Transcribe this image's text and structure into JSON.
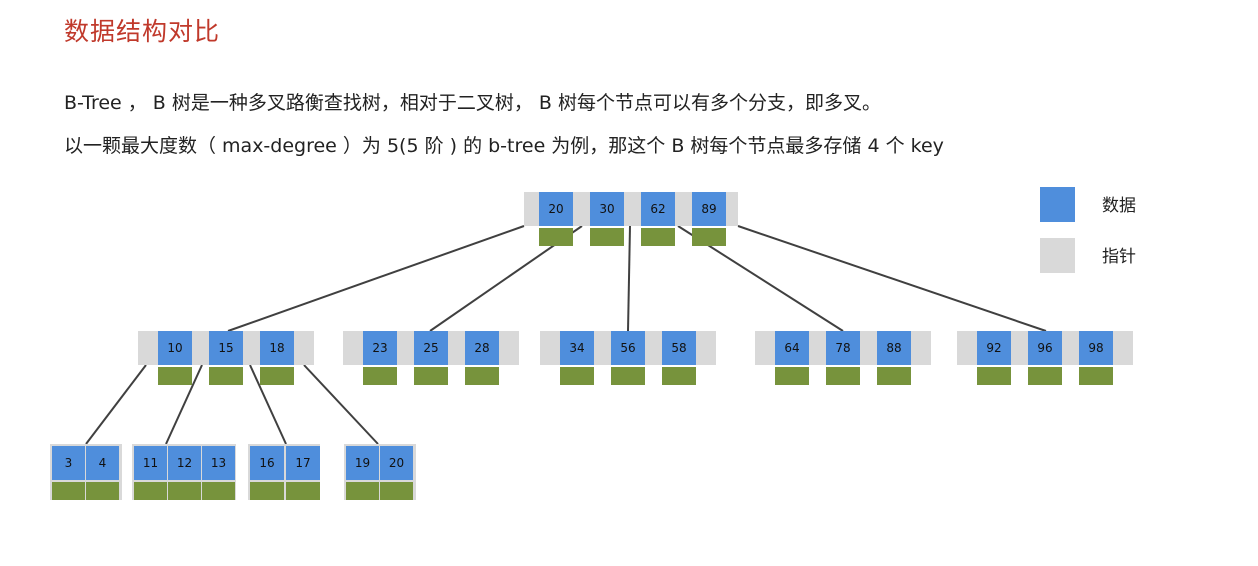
{
  "title": "数据结构对比",
  "paragraphs": [
    "B-Tree ， B 树是一种多叉路衡查找树，相对于二叉树， B 树每个节点可以有多个分支，即多叉。",
    "以一颗最大度数（ max-degree ）为 5(5 阶 ) 的 b-tree 为例，那这个 B 树每个节点最多存储 4 个 key"
  ],
  "colors": {
    "data": "#4f8edc",
    "pointer": "#d9d9d9",
    "child_ptr": "#77933c",
    "edge": "#404040"
  },
  "legend": [
    {
      "label": "数据",
      "kind": "data"
    },
    {
      "label": "指针",
      "kind": "pointer"
    }
  ],
  "tree": {
    "root": [
      "20",
      "30",
      "62",
      "89"
    ],
    "level1": [
      [
        "10",
        "15",
        "18"
      ],
      [
        "23",
        "25",
        "28"
      ],
      [
        "34",
        "56",
        "58"
      ],
      [
        "64",
        "78",
        "88"
      ],
      [
        "92",
        "96",
        "98"
      ]
    ],
    "level2": [
      [
        "3",
        "4"
      ],
      [
        "11",
        "12",
        "13"
      ],
      [
        "16",
        "17"
      ],
      [
        "19",
        "20"
      ]
    ]
  }
}
